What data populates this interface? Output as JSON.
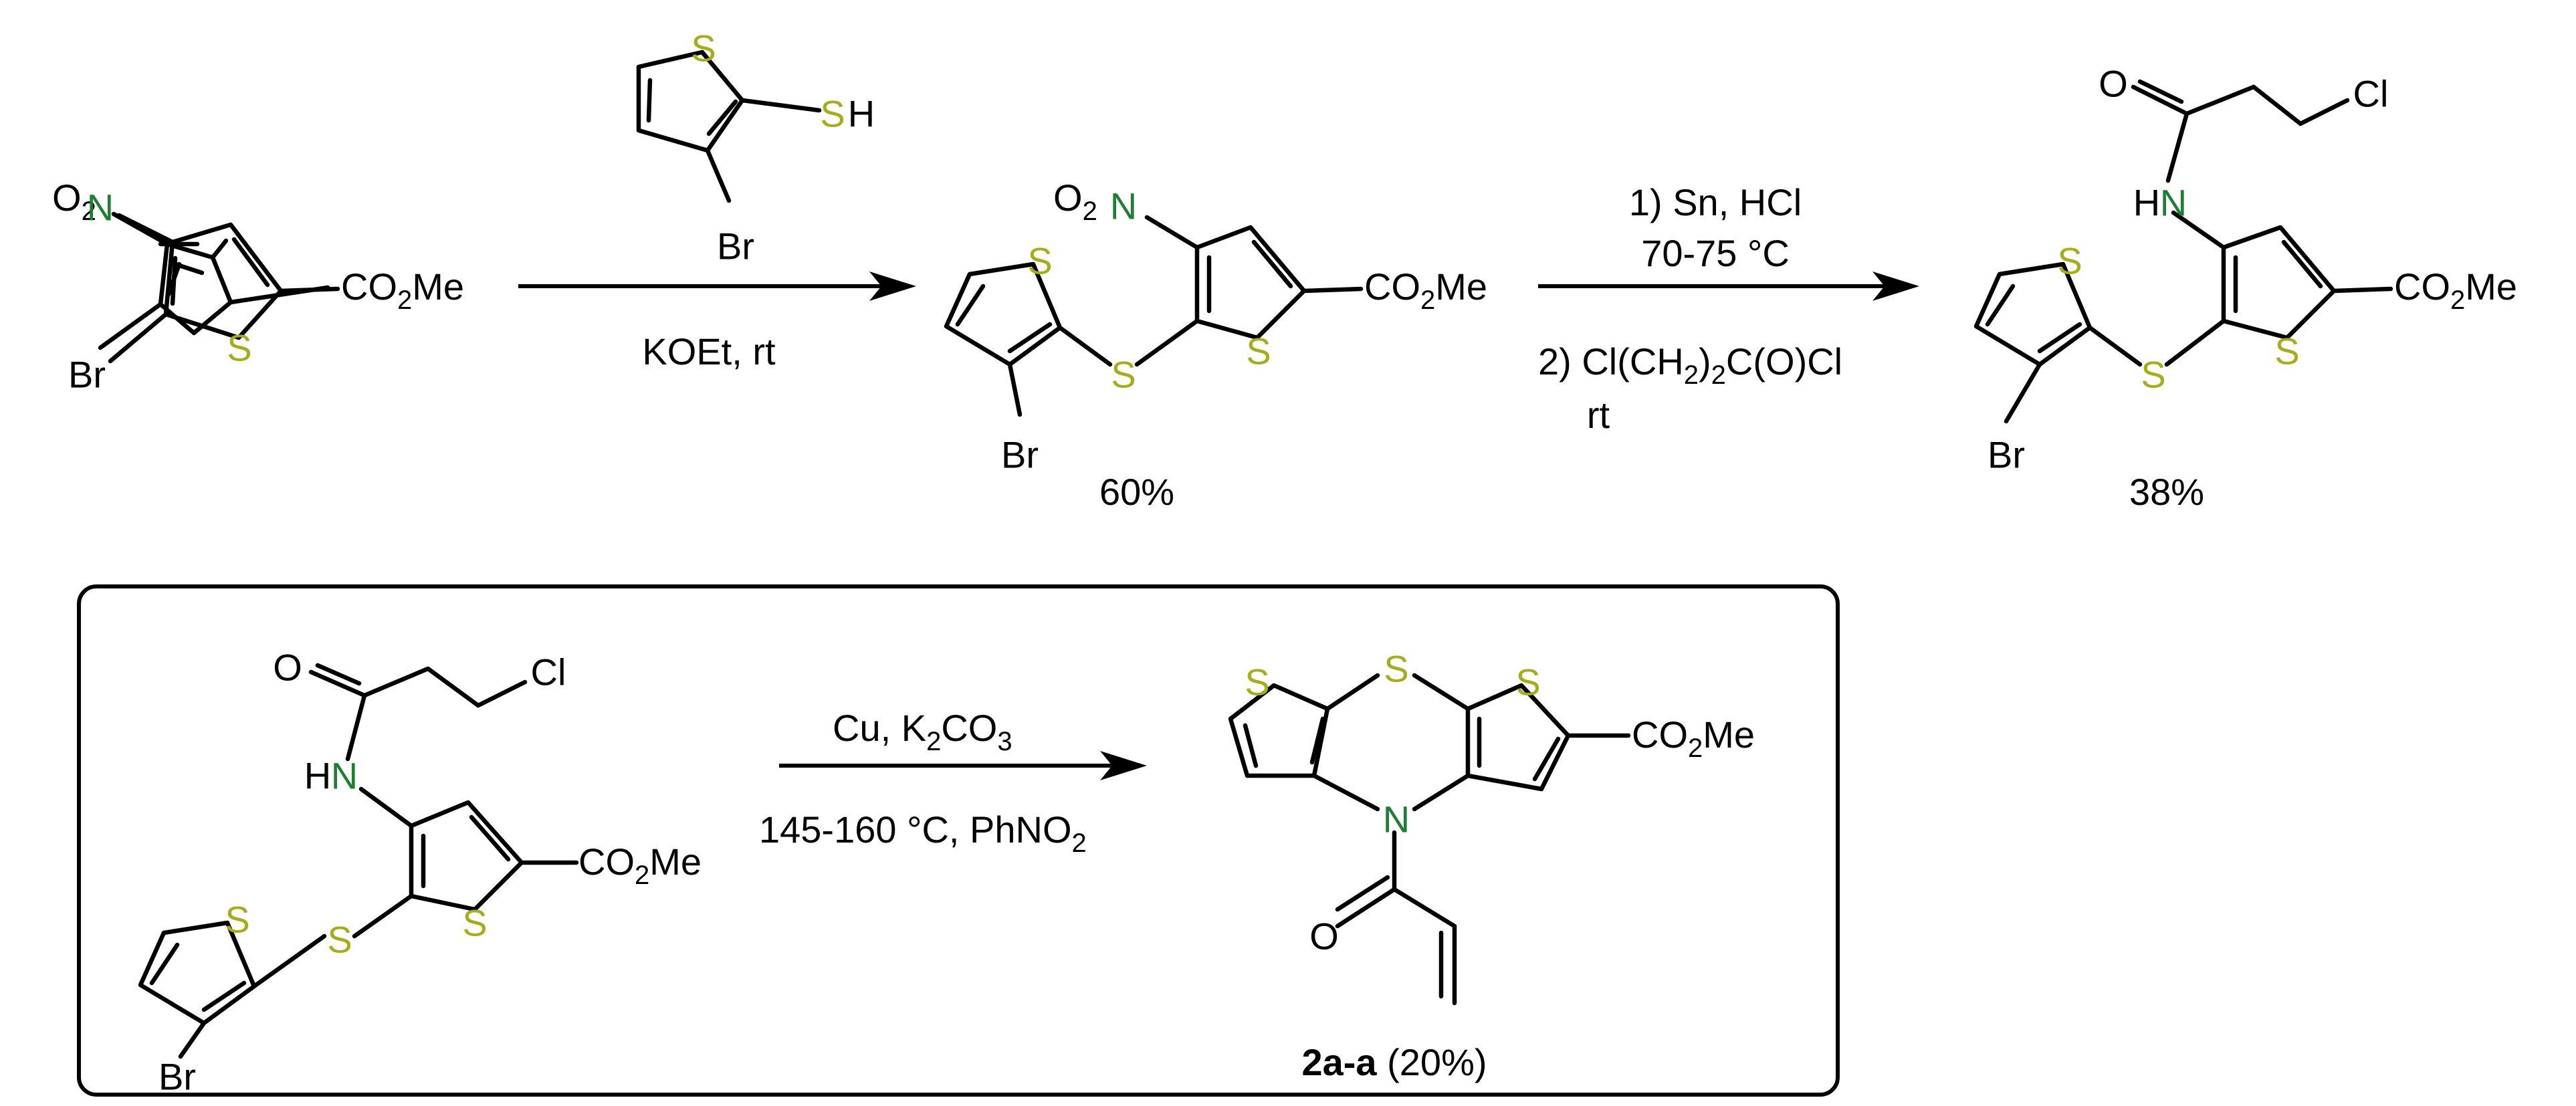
{
  "atoms": {
    "S": "S",
    "N": "N",
    "Br": "Br",
    "O": "O",
    "Cl": "Cl",
    "H": "H"
  },
  "groups": {
    "ester": "CO",
    "ester_sub": "2",
    "ester_tail": "Me",
    "nitro_o": "O",
    "nitro_sub": "2"
  },
  "step1": {
    "reagent": "KOEt, rt"
  },
  "step2": {
    "line1": "1) Sn, HCl",
    "line2": "70-75 °C",
    "line3a": "2) Cl(CH",
    "line3sub1": "2",
    "line3b": ")",
    "line3sub2": "2",
    "line3c": "C(O)Cl",
    "line4": "rt"
  },
  "step3": {
    "line1a": "Cu, K",
    "line1sub1": "2",
    "line1b": "CO",
    "line1sub2": "3",
    "line2a": "145-160 °C, PhNO",
    "line2sub": "2"
  },
  "yields": {
    "y1": "60%",
    "y2": "38%",
    "product_label": "2a-a",
    "product_yield": " (20%)"
  },
  "colors": {
    "sulfur": "#a6ad1c",
    "nitrogen": "#1e7e34",
    "bonds": "#000000"
  }
}
